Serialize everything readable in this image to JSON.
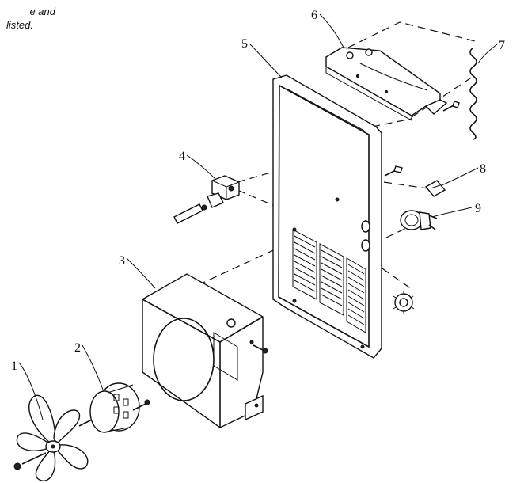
{
  "note": {
    "line1": "e and",
    "line2": "listed."
  },
  "callouts": [
    "1",
    "2",
    "3",
    "4",
    "5",
    "6",
    "7",
    "8",
    "9"
  ]
}
